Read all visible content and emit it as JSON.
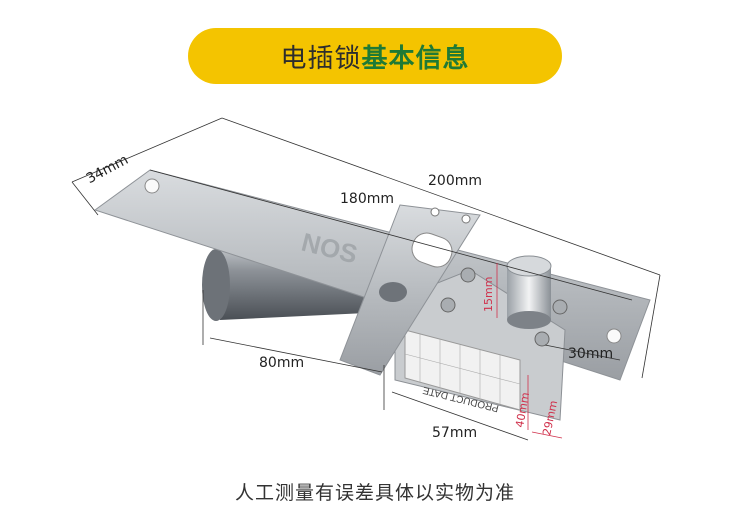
{
  "title": {
    "plain": "电插锁",
    "accent": "基本信息"
  },
  "dimensions": {
    "width_plate": "34mm",
    "length_total": "200mm",
    "length_plate": "180mm",
    "body_length": "80mm",
    "body_width": "57mm",
    "bolt_height": "15mm",
    "hole_spacing": "30mm",
    "body_height": "40mm",
    "body_depth": "29mm"
  },
  "product_label": "PRODUCT DATE",
  "brand_mark": "NOS",
  "caption": "人工测量有误差具体以实物为准",
  "colors": {
    "pill": "#f4c400",
    "accent": "#1f7a35",
    "dim_red": "#d0304b"
  }
}
